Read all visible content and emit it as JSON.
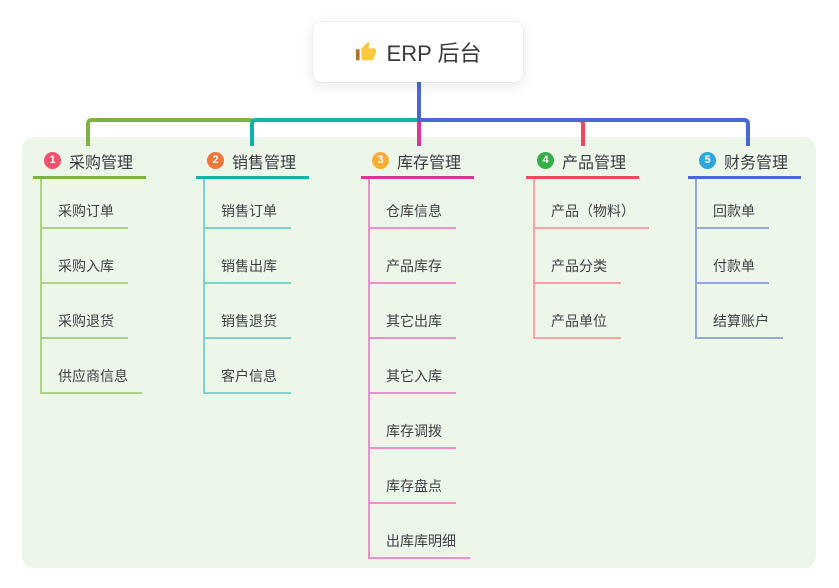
{
  "root": {
    "icon": "thumbs-up",
    "label": "ERP 后台"
  },
  "canvas": {
    "background": "#ffffff",
    "panel_color": "#EDF7E9",
    "root_connector_color": "#4A68D4",
    "text_color": "#3B3B43"
  },
  "branches": [
    {
      "badge": "1",
      "badge_color": "#F4516C",
      "title": "采购管理",
      "line_color": "#7CB342",
      "light_color": "#ABD285",
      "children": [
        "采购订单",
        "采购入库",
        "采购退货",
        "供应商信息"
      ]
    },
    {
      "badge": "2",
      "badge_color": "#F0763B",
      "title": "销售管理",
      "line_color": "#12B3A6",
      "light_color": "#7DD4CA",
      "children": [
        "销售订单",
        "销售出库",
        "销售退货",
        "客户信息"
      ]
    },
    {
      "badge": "3",
      "badge_color": "#FFAC33",
      "title": "库存管理",
      "line_color": "#D6399B",
      "light_color": "#ED8EC9",
      "children": [
        "仓库信息",
        "产品库存",
        "其它出库",
        "其它入库",
        "库存调拨",
        "库存盘点",
        "出库库明细"
      ]
    },
    {
      "badge": "4",
      "badge_color": "#36AD47",
      "title": "产品管理",
      "line_color": "#F0485C",
      "light_color": "#F7A3A3",
      "children": [
        "产品（物料）",
        "产品分类",
        "产品单位"
      ]
    },
    {
      "badge": "5",
      "badge_color": "#2EA6DE",
      "title": "财务管理",
      "line_color": "#4A68D4",
      "light_color": "#93A8E0",
      "children": [
        "回款单",
        "付款单",
        "结算账户"
      ]
    }
  ]
}
